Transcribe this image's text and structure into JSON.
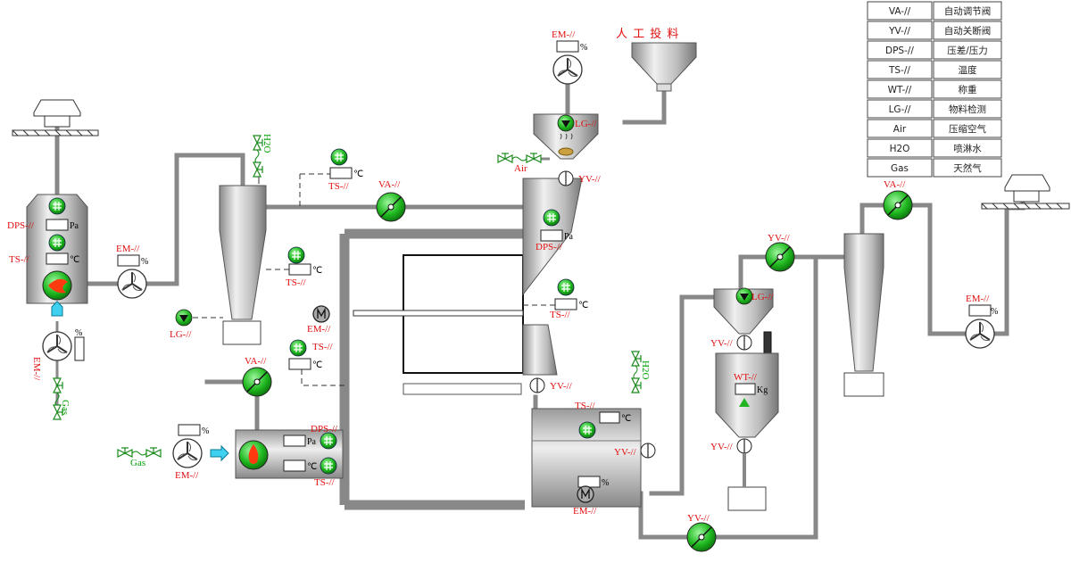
{
  "legend": [
    {
      "code": "VA-//",
      "desc": "自动调节阀"
    },
    {
      "code": "YV-//",
      "desc": "自动关断阀"
    },
    {
      "code": "DPS-//",
      "desc": "压差/压力"
    },
    {
      "code": "TS-//",
      "desc": "温度"
    },
    {
      "code": "WT-//",
      "desc": "称重"
    },
    {
      "code": "LG-//",
      "desc": "物料检测"
    },
    {
      "code": "Air",
      "desc": "压缩空气"
    },
    {
      "code": "H2O",
      "desc": "喷淋水"
    },
    {
      "code": "Gas",
      "desc": "天然气"
    }
  ],
  "manual_feed_label": "人 工 投 料",
  "tags": {
    "em": "EM-//",
    "va": "VA-//",
    "yv": "YV-//",
    "ts": "TS-//",
    "dps": "DPS-//",
    "lg": "LG-//",
    "wt": "WT-//",
    "gas": "Gas",
    "air": "Air",
    "h2o": "H2O"
  },
  "units": {
    "percent": "%",
    "celsius": "℃",
    "pascal": "Pa",
    "kg": "Kg"
  },
  "colors": {
    "pipe": "#888888",
    "vessel": "#b8b8b8",
    "valve_green": "#22b522",
    "tag_red": "#e01010",
    "flow_arrow": "#40d0f0"
  }
}
